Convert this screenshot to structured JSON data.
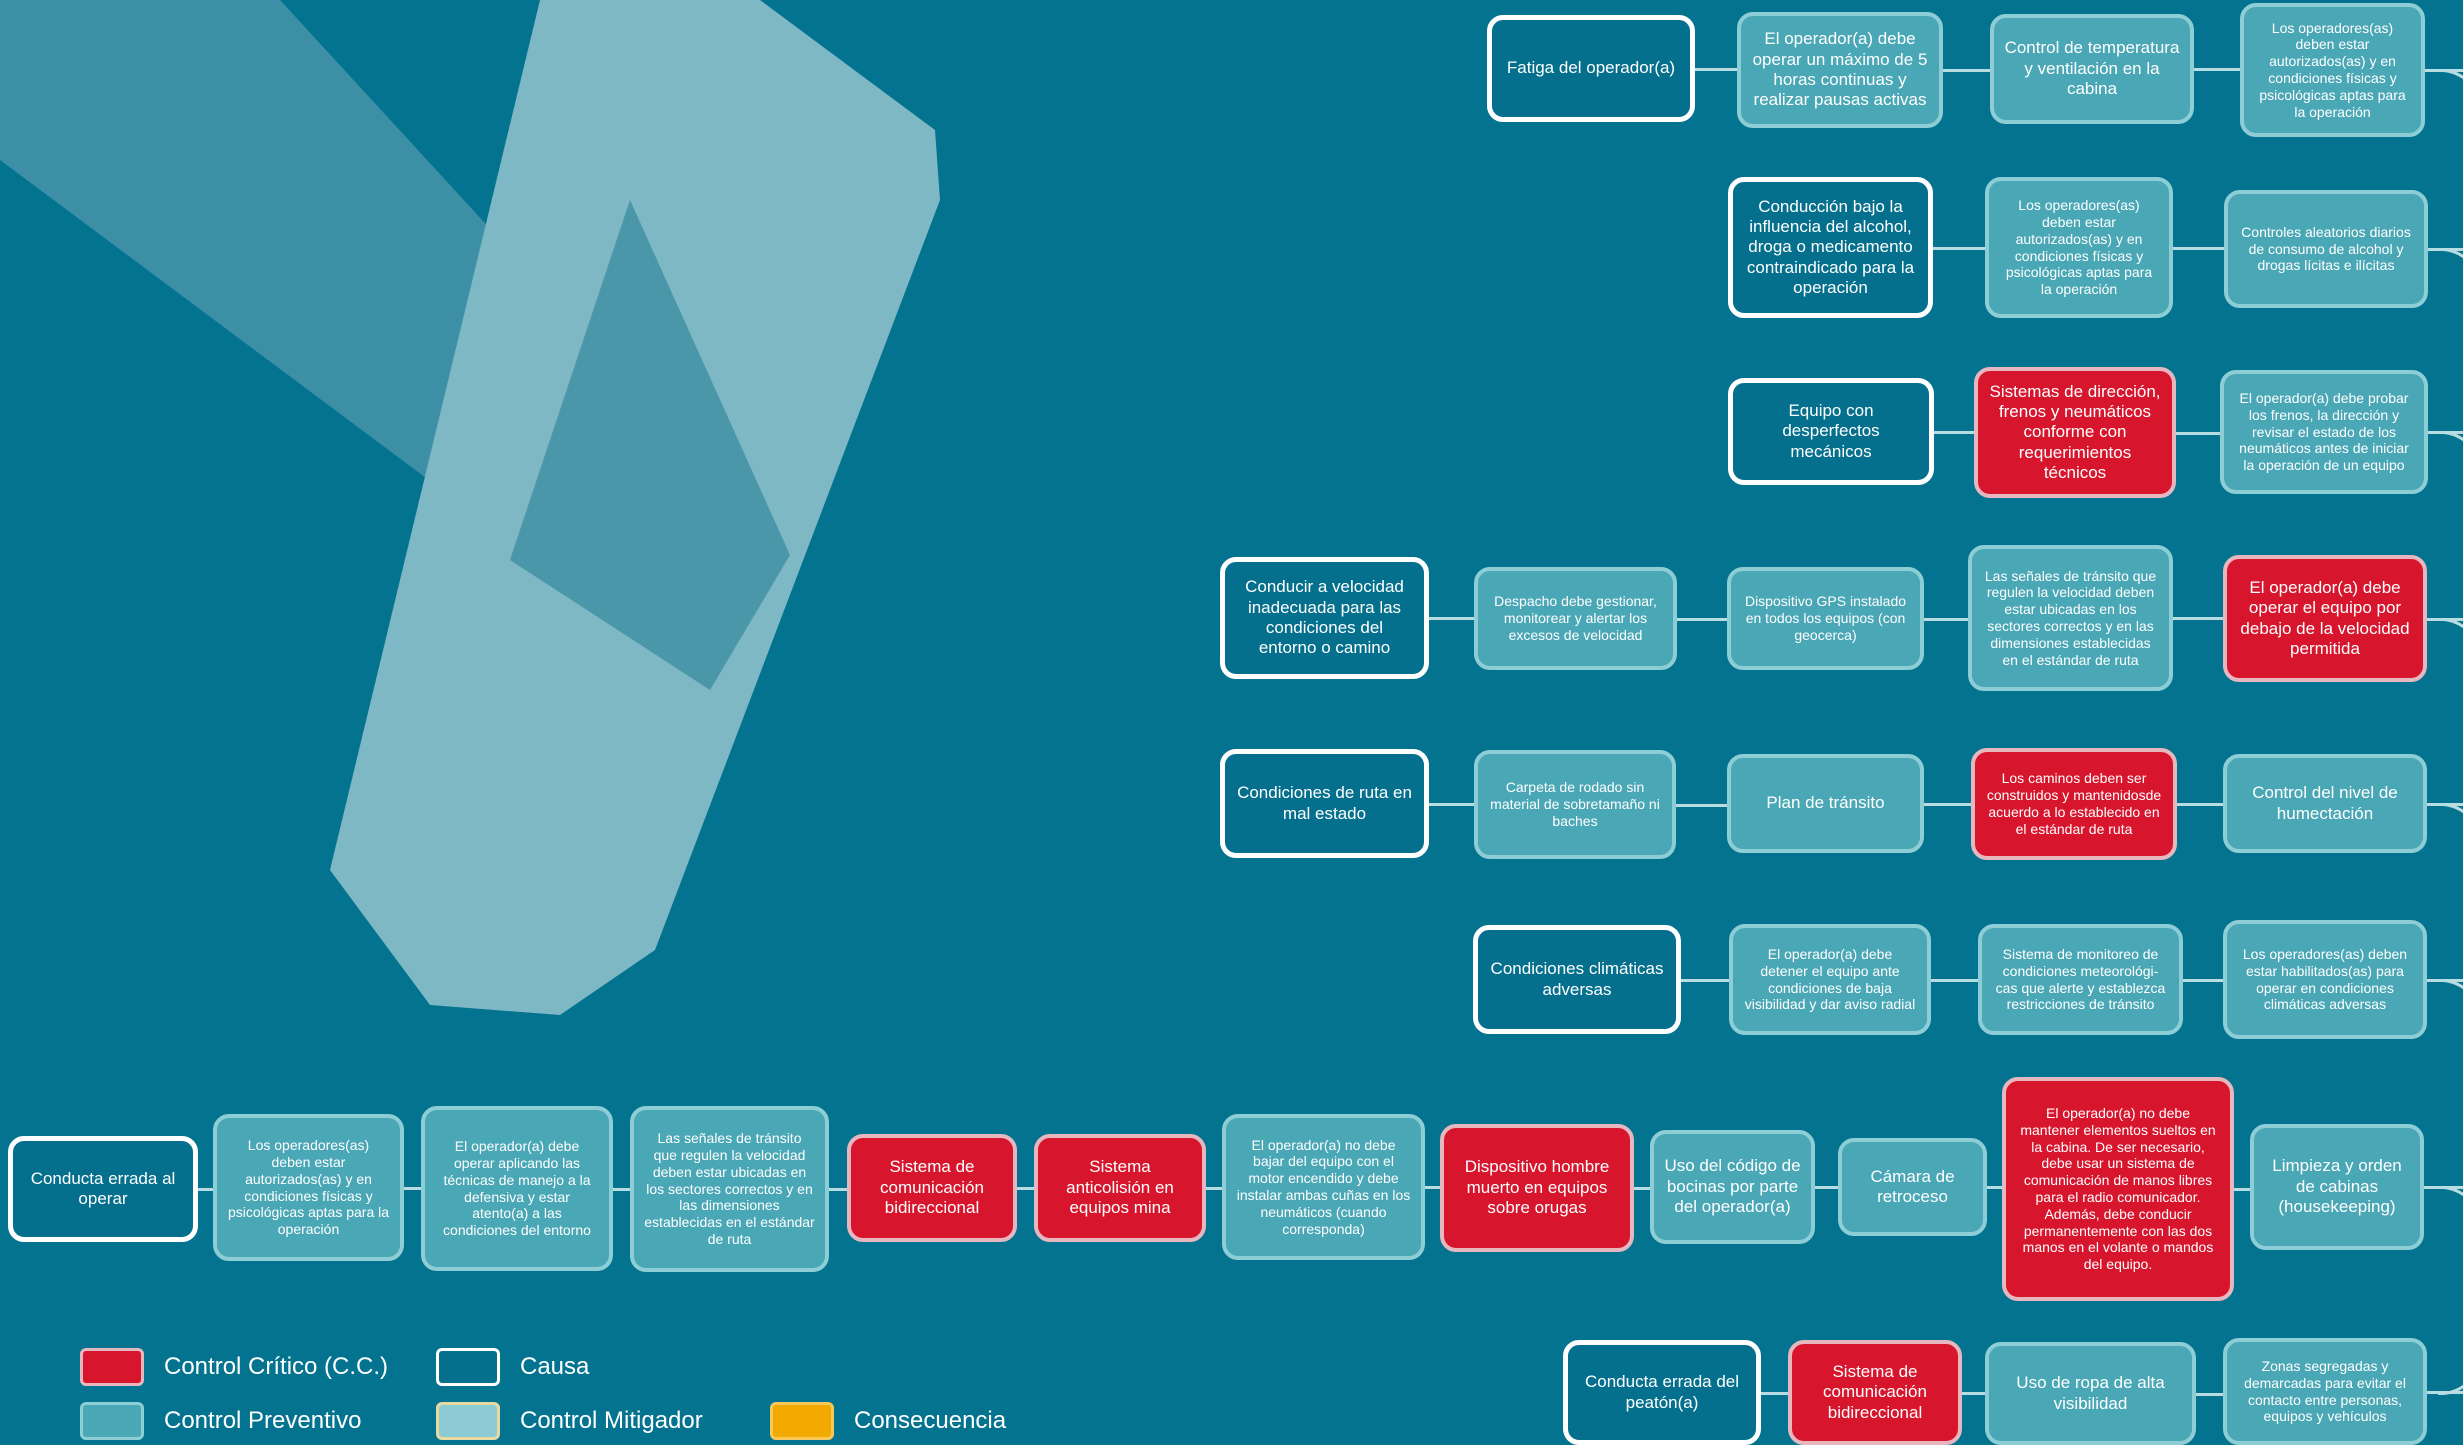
{
  "colors": {
    "background": "#03738f",
    "critical": "#d7152d",
    "preventive": "#4aa7b6",
    "cause_fill": "#04708d",
    "mitigator": "#8ccbd4",
    "consequence": "#f2a900",
    "connector": "#b7dde3"
  },
  "legend": {
    "critical": "Control Crítico (C.C.)",
    "preventive": "Control Preventivo",
    "cause": "Causa",
    "mitigator": "Control Mitigador",
    "consequence": "Consecuencia"
  },
  "rows": [
    {
      "name": "fatigue",
      "nodes": [
        {
          "kind": "cause",
          "text": "Fatiga del operador(a)"
        },
        {
          "kind": "prev",
          "text": "El operador(a) debe operar un máximo de 5 horas continuas y realizar pausas activas",
          "large": true
        },
        {
          "kind": "prev",
          "text": "Control de temperatura y ventilación en la cabina",
          "large": true
        },
        {
          "kind": "prev",
          "text": "Los operadores(as) deben estar autorizados(as) y en condiciones físicas y psicológicas aptas para la operación"
        }
      ]
    },
    {
      "name": "alcohol",
      "nodes": [
        {
          "kind": "cause",
          "text": "Conducción bajo la influencia del alcohol, droga o medicamento contraindicado para la operación"
        },
        {
          "kind": "prev",
          "text": "Los operadores(as) deben estar autorizados(as) y en condiciones físicas y psicológicas aptas para la operación"
        },
        {
          "kind": "prev",
          "text": "Controles aleatorios diarios de consumo de alcohol y drogas lícitas e ilícitas"
        }
      ]
    },
    {
      "name": "mechanical",
      "nodes": [
        {
          "kind": "cause",
          "text": "Equipo con desperfectos mecánicos"
        },
        {
          "kind": "crit",
          "text": "Sistemas de dirección, frenos y neumáticos conforme con requerimientos técnicos"
        },
        {
          "kind": "prev",
          "text": "El operador(a) debe probar los frenos, la dirección y revisar el estado de los neumáticos antes de iniciar la operación de un equipo"
        }
      ]
    },
    {
      "name": "speed",
      "nodes": [
        {
          "kind": "cause",
          "text": "Conducir a velocidad inadecuada para las condiciones del entorno o camino"
        },
        {
          "kind": "prev",
          "text": "Despacho debe gestionar, monitorear y alertar los excesos de velocidad"
        },
        {
          "kind": "prev",
          "text": "Dispositivo GPS instalado en todos los equipos (con geocerca)"
        },
        {
          "kind": "prev",
          "text": "Las señales de tránsito que regulen la velocidad deben estar ubicadas en los sectores correctos y en las dimensiones establecidas en el estándar de ruta"
        },
        {
          "kind": "crit",
          "text": "El operador(a) debe operar el equipo por debajo de la velocidad permitida"
        }
      ]
    },
    {
      "name": "road",
      "nodes": [
        {
          "kind": "cause",
          "text": "Condiciones de ruta en mal estado"
        },
        {
          "kind": "prev",
          "text": "Carpeta de rodado sin material de sobretamaño ni baches"
        },
        {
          "kind": "prev",
          "text": "Plan de tránsito",
          "large": true
        },
        {
          "kind": "crit",
          "text": "Los caminos deben ser construidos y mantenidosde acuerdo a lo establecido en el estándar de ruta",
          "small": true
        },
        {
          "kind": "prev",
          "text": "Control del nivel de humectación",
          "large": true
        }
      ]
    },
    {
      "name": "weather",
      "nodes": [
        {
          "kind": "cause",
          "text": "Condiciones climáticas adversas"
        },
        {
          "kind": "prev",
          "text": "El operador(a) debe detener el equipo ante condiciones de baja visibilidad y dar aviso radial"
        },
        {
          "kind": "prev",
          "text": "Sistema de monitoreo de condiciones meteorológi-cas que alerte y establezca restricciones de tránsito"
        },
        {
          "kind": "prev",
          "text": "Los operadores(as) deben estar habilitados(as) para operar en condiciones climáticas adversas"
        }
      ]
    },
    {
      "name": "conduct",
      "nodes": [
        {
          "kind": "cause",
          "text": "Conducta errada al operar"
        },
        {
          "kind": "prev",
          "text": "Los operadores(as) deben estar autorizados(as) y en condiciones físicas y psicológicas aptas para la operación"
        },
        {
          "kind": "prev",
          "text": "El operador(a) debe operar aplicando las técnicas de manejo a la defensiva y estar atento(a) a las condiciones del entorno"
        },
        {
          "kind": "prev",
          "text": "Las señales de tránsito que regulen la velocidad deben estar ubicadas en los sectores correctos y en las dimensiones establecidas en el estándar de ruta"
        },
        {
          "kind": "crit",
          "text": "Sistema de comunicación bidireccional"
        },
        {
          "kind": "crit",
          "text": "Sistema anticolisión en equipos mina"
        },
        {
          "kind": "prev",
          "text": "El operador(a) no debe bajar del equipo con el motor encendido y debe instalar ambas cuñas en los neumáticos (cuando corresponda)"
        },
        {
          "kind": "crit",
          "text": "Dispositivo hombre muerto en equipos sobre orugas"
        },
        {
          "kind": "prev",
          "text": "Uso del código de bocinas por parte del operador(a)",
          "large": true
        },
        {
          "kind": "prev",
          "text": "Cámara de retroceso",
          "large": true
        },
        {
          "kind": "crit",
          "text": "El operador(a) no debe mantener elementos sueltos en la cabina.  De ser necesario, debe usar un sistema de comunicación de manos libres para el radio comunicador. Además, debe conducir permanentemente con las dos manos en el volante o mandos del equipo.",
          "small": true
        },
        {
          "kind": "prev",
          "text": "Limpieza y orden de cabinas (housekeeping)",
          "large": true
        }
      ]
    },
    {
      "name": "pedestrian",
      "nodes": [
        {
          "kind": "cause",
          "text": "Conducta errada del peatón(a)"
        },
        {
          "kind": "crit",
          "text": "Sistema de comunicación bidireccional"
        },
        {
          "kind": "prev",
          "text": "Uso de ropa de alta visibilidad",
          "large": true
        },
        {
          "kind": "prev",
          "text": "Zonas segregadas y demarcadas para evitar el contacto entre personas, equipos y vehículos"
        }
      ]
    }
  ]
}
